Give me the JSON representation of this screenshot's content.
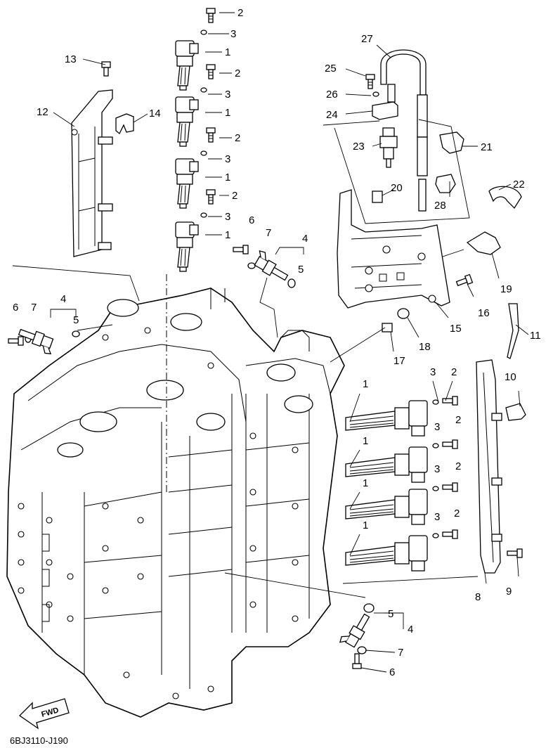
{
  "diagram_code": "6BJ3110-J190",
  "fwd_label": "FWD",
  "labels": {
    "l1a": "1",
    "l1b": "1",
    "l1c": "1",
    "l1d": "1",
    "l1e": "1",
    "l1f": "1",
    "l1g": "1",
    "l1h": "1",
    "l2a": "2",
    "l2b": "2",
    "l2c": "2",
    "l2d": "2",
    "l2e": "2",
    "l2f": "2",
    "l2g": "2",
    "l2h": "2",
    "l3a": "3",
    "l3b": "3",
    "l3c": "3",
    "l3d": "3",
    "l3e": "3",
    "l3f": "3",
    "l3g": "3",
    "l3h": "3",
    "l4a": "4",
    "l4b": "4",
    "l4c": "4",
    "l5a": "5",
    "l5b": "5",
    "l5c": "5",
    "l6a": "6",
    "l6b": "6",
    "l6c": "6",
    "l7a": "7",
    "l7b": "7",
    "l7c": "7",
    "l8": "8",
    "l9": "9",
    "l10": "10",
    "l11": "11",
    "l12": "12",
    "l13": "13",
    "l14": "14",
    "l15": "15",
    "l16": "16",
    "l17": "17",
    "l18": "18",
    "l19": "19",
    "l20": "20",
    "l21": "21",
    "l22": "22",
    "l23": "23",
    "l24": "24",
    "l25": "25",
    "l26": "26",
    "l27": "27",
    "l28": "28"
  }
}
